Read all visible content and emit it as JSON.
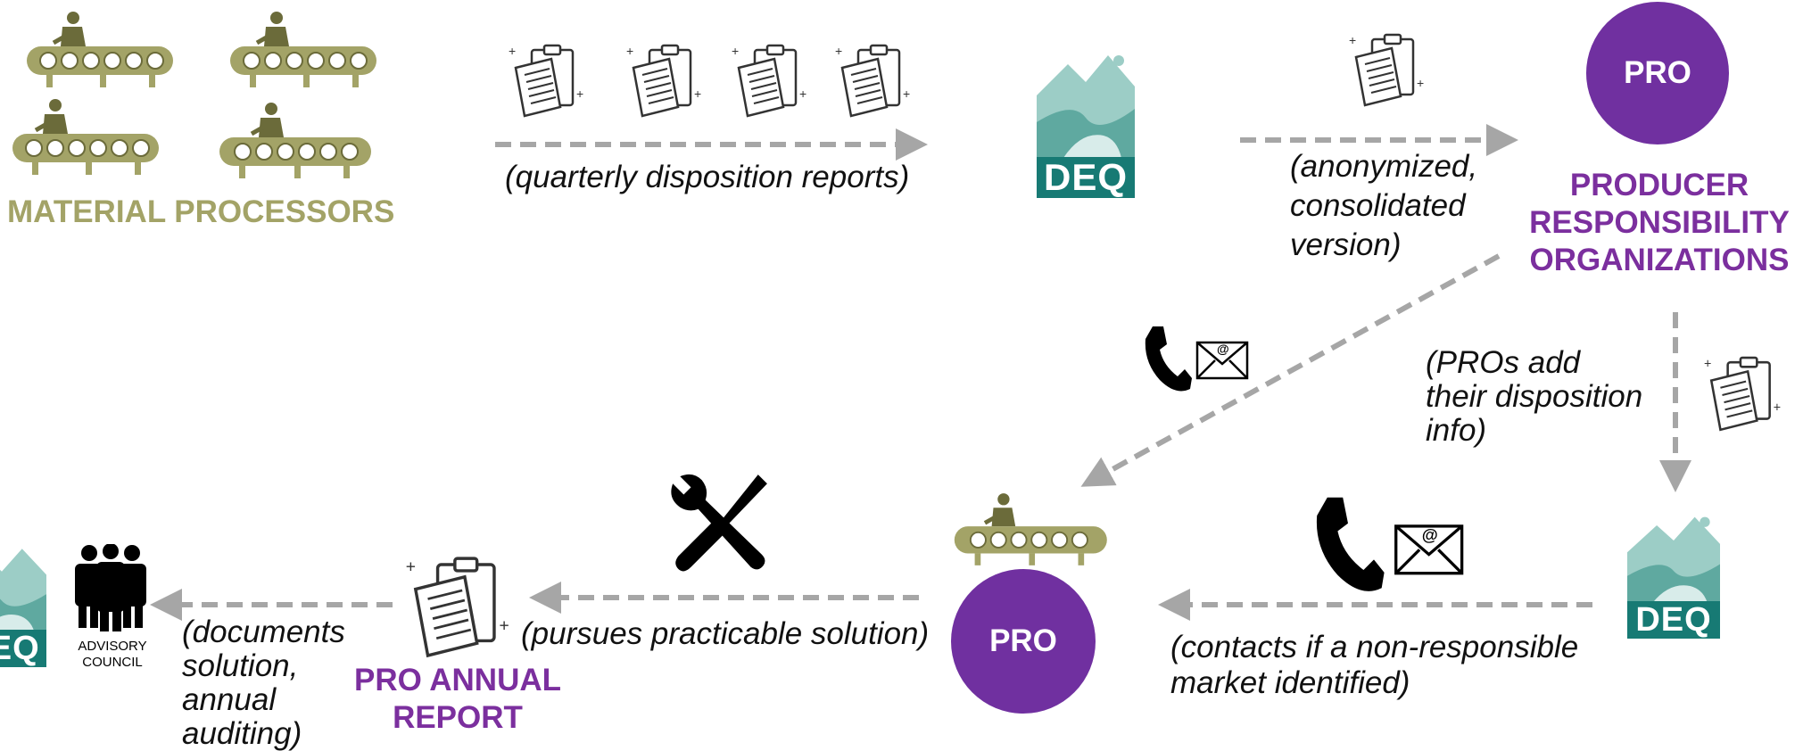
{
  "processors_label": "MATERIAL PROCESSORS",
  "deq_label": "DEQ",
  "pro_label": "PRO",
  "pros_title": [
    "PRODUCER",
    "RESPONSIBILITY",
    "ORGANIZATIONS"
  ],
  "captions": {
    "quarterly": "(quarterly disposition reports)",
    "anonymized": [
      "(anonymized,",
      "consolidated",
      "version)"
    ],
    "pros_add": [
      "(PROs add",
      "their disposition",
      "info)"
    ],
    "contacts": [
      "(contacts if a non-responsible",
      "market identified)"
    ],
    "pursues": "(pursues practicable solution)",
    "documents": [
      "(documents",
      "solution,",
      "annual",
      "auditing)"
    ]
  },
  "annual_report": [
    "PRO ANNUAL",
    "REPORT"
  ],
  "advisory_council": [
    "ADVISORY",
    "COUNCIL"
  ],
  "colors": {
    "olive": "#a3a367",
    "olive_dark": "#6b6b3a",
    "purple": "#7030a0",
    "deq_teal": "#177a74",
    "arrow_gray": "#a6a6a6"
  },
  "icons": [
    "conveyor-worker-icon",
    "report-document-icon",
    "deq-logo",
    "phone-icon",
    "email-icon",
    "tools-icon",
    "people-group-icon"
  ]
}
